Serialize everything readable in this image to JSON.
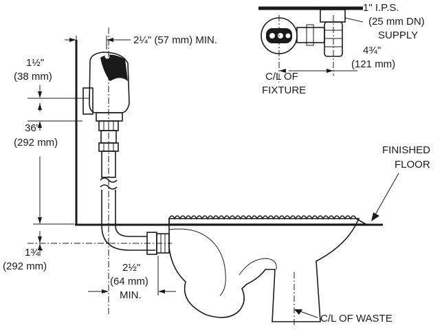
{
  "labels": {
    "supply_1": "1\" I.P.S.",
    "supply_2": "(25 mm DN)",
    "supply_3": "SUPPLY",
    "dim_horizontal_1": "4¾\"",
    "dim_horizontal_2": "(121 mm)",
    "cl_fixture_1": "C/L OF",
    "cl_fixture_2": "FIXTURE",
    "clearance_min": "2¼\" (57 mm) MIN.",
    "wall_offset_1": "1½\"",
    "wall_offset_2": "(38 mm)",
    "height_1": "36\"",
    "height_2": "(292 mm)",
    "finished_floor_1": "FINISHED",
    "finished_floor_2": "FLOOR",
    "spud_height_1": "1¾\"",
    "spud_height_2": "(292 mm)",
    "spud_distance_1": "2½\"",
    "spud_distance_2": "(64 mm)",
    "spud_distance_3": "MIN.",
    "cl_waste": "C/L OF WASTE"
  }
}
